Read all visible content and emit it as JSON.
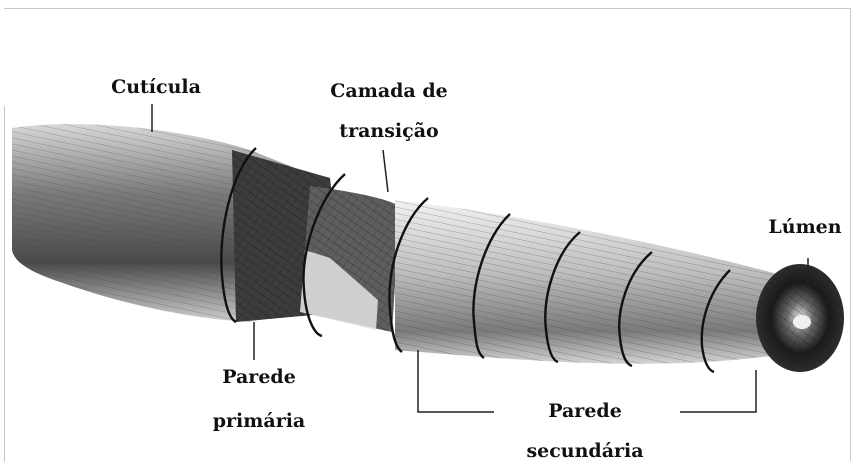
{
  "labels": {
    "cuticula": "Cutícula",
    "camada_line1": "Camada de",
    "camada_line2": "transição",
    "lumen": "Lúmen",
    "parede_primaria_line1": "Parede",
    "parede_primaria_line2": "primária",
    "parede_secundaria_line1": "Parede",
    "parede_secundaria_line2": "secundária"
  },
  "colors": {
    "background": "#ffffff",
    "text": "#111111",
    "fiber_dark": "#2a2a2a",
    "fiber_light": "#e6e6e6"
  }
}
